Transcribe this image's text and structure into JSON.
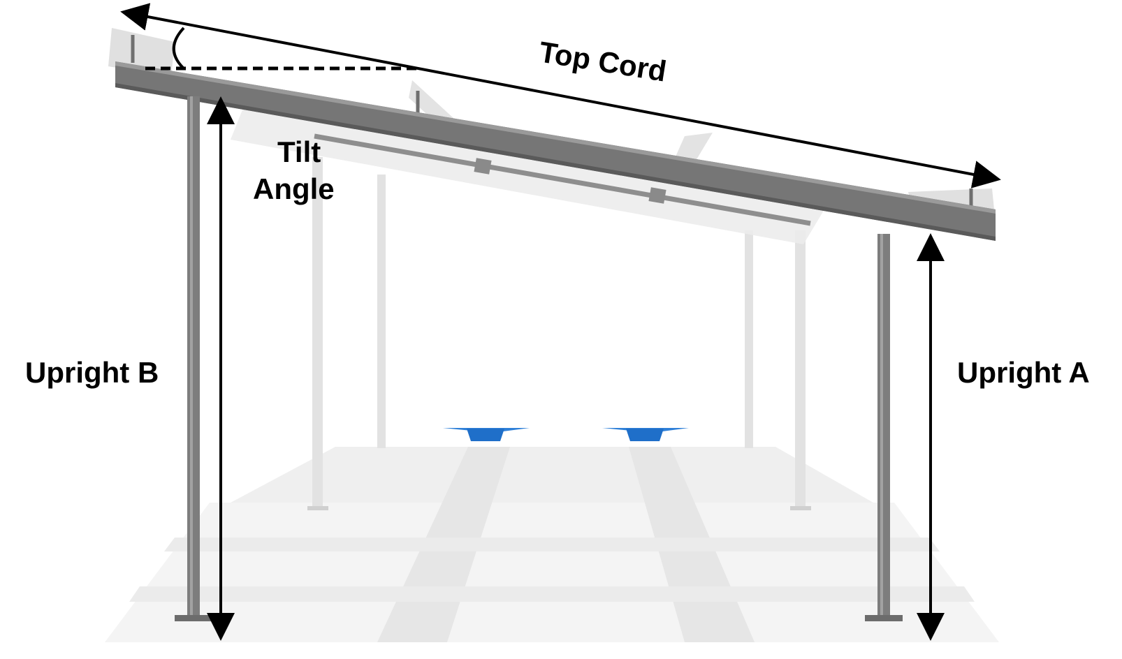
{
  "labels": {
    "top_cord": "Top Cord",
    "tilt_line1": "Tilt",
    "tilt_line2": "Angle",
    "upright_b": "Upright B",
    "upright_a": "Upright A"
  },
  "colors": {
    "steel": "#7a7a7a",
    "steel_dark": "#5e5e5e",
    "steel_light": "#dcdcdc",
    "panel": "#e6e6e6",
    "blue_footing": "#1f6fc9",
    "shadow": "#eeeeee",
    "ink": "#000000"
  },
  "icons": {
    "footing_left": "blue-footing-icon",
    "footing_right": "blue-footing-icon"
  }
}
